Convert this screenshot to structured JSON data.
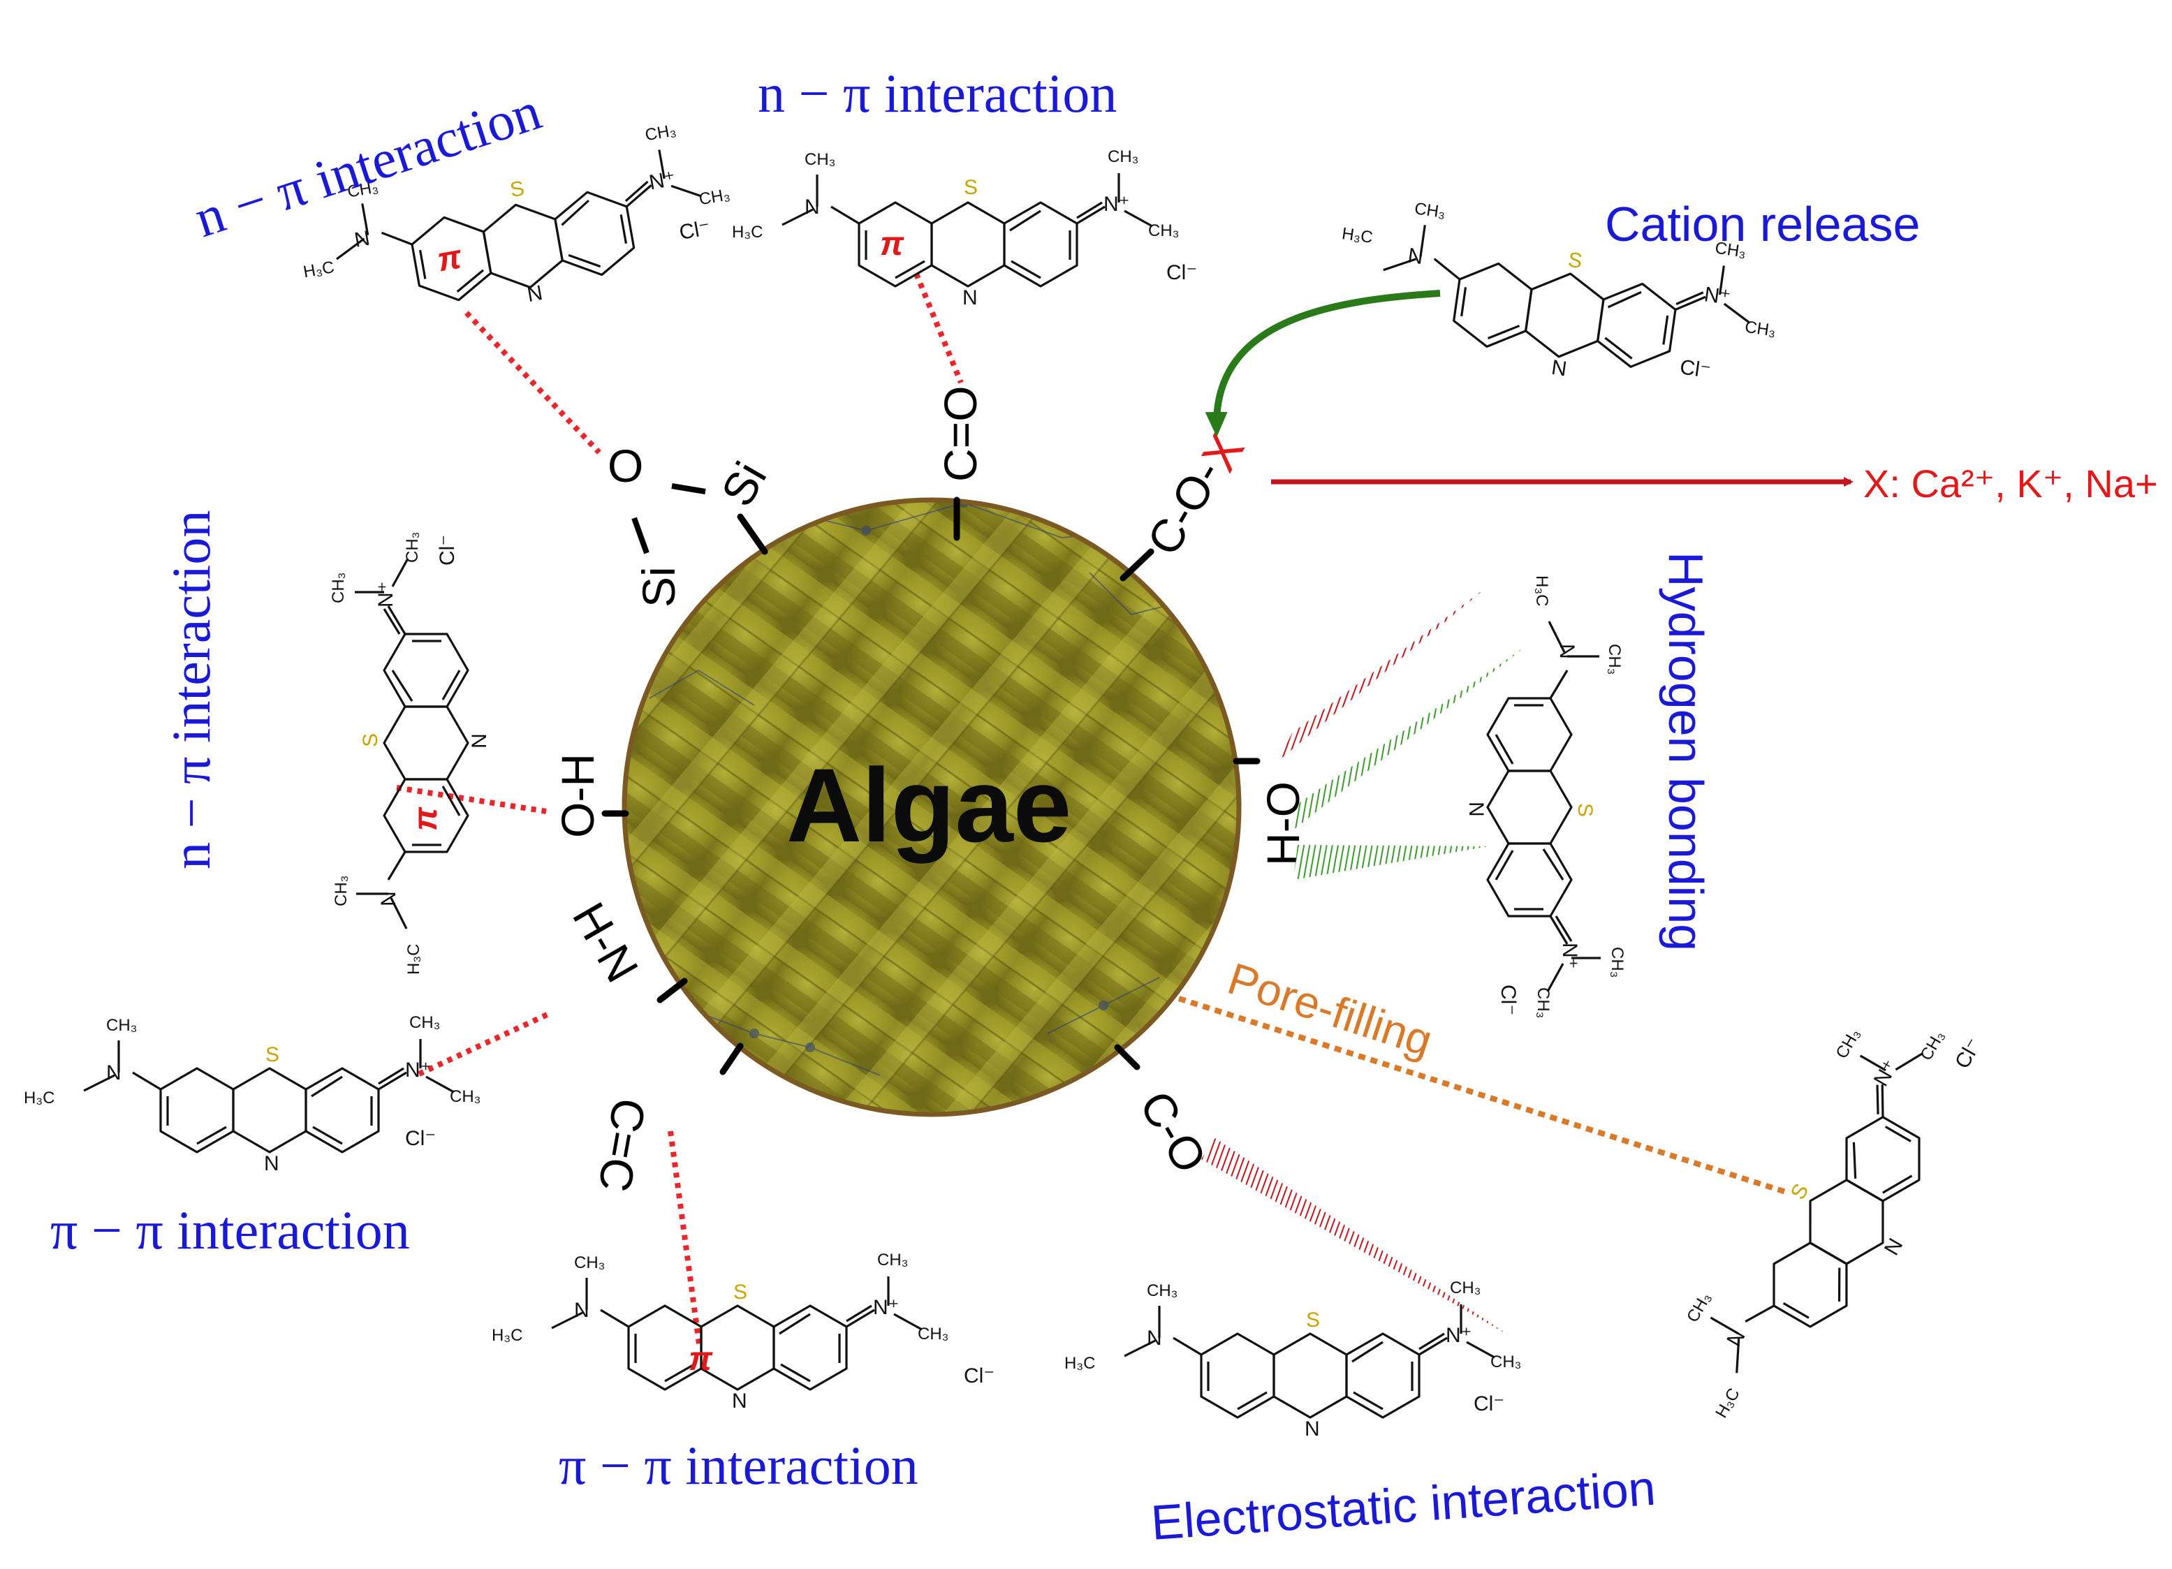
{
  "center": {
    "label": "Algae"
  },
  "functional_groups": {
    "si_o_si_top": "Si",
    "o": "O",
    "si_left": "Si",
    "c_o_top": "C=O",
    "c_o_x": "C-O-",
    "x_marker": "X",
    "o_h_right": "H-O",
    "o_h_left": "O-H",
    "n_h": "H-N",
    "c_c": "C=C",
    "c_o_bottom": "C-O"
  },
  "labels": {
    "n_pi_top_left": "n − π interaction",
    "n_pi_top": "n − π interaction",
    "n_pi_left": "n − π interaction",
    "pi_pi_left": "π − π interaction",
    "pi_pi_bottom": "π − π interaction",
    "cation_release": "Cation release",
    "hydrogen_bonding": "Hydrogen bonding",
    "pore_filling": "Pore-filling",
    "electrostatic": "Electrostatic interaction",
    "cations": "X: Ca²⁺, K⁺, Na+"
  },
  "molecule": {
    "pi_symbol": "π",
    "sulfur": "S",
    "nitrogen": "N",
    "n_plus": "N⁺",
    "chloride": "Cl⁻",
    "methyl": "CH₃",
    "methyl_h3c": "H₃C"
  },
  "colors": {
    "label_blue": "#1a1ad6",
    "dotted_red": "#e8262b",
    "arrow_red": "#c0171c",
    "arrow_green": "#2a7a1a",
    "pore_orange": "#d87a2a",
    "hbond_green": "#3a9a2a",
    "cation_red": "#e01a1a",
    "algae_fill": "#8c8a1e",
    "algae_border": "#7a5a22"
  }
}
